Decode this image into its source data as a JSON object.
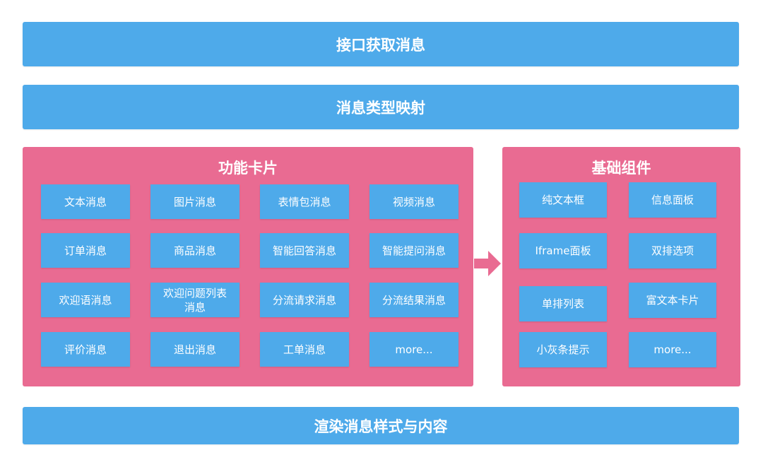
{
  "top_bar": "接口获取消息",
  "mid_bar": "消息类型映射",
  "bottom_bar": "渲染消息样式与内容",
  "func_panel": {
    "title": "功能卡片",
    "items": [
      "文本消息",
      "图片消息",
      "表情包消息",
      "视频消息",
      "订单消息",
      "商品消息",
      "智能回答消息",
      "智能提问消息",
      "欢迎语消息",
      "欢迎问题列表\n消息",
      "分流请求消息",
      "分流结果消息",
      "评价消息",
      "退出消息",
      "工单消息",
      "more..."
    ]
  },
  "base_panel": {
    "title": "基础组件",
    "items": [
      "纯文本框",
      "信息面板",
      "Iframe面板",
      "双排选项",
      "单排列表",
      "富文本卡片",
      "小灰条提示",
      "more..."
    ]
  },
  "colors": {
    "blue": "#4eaaea",
    "pink": "#e96b92"
  }
}
